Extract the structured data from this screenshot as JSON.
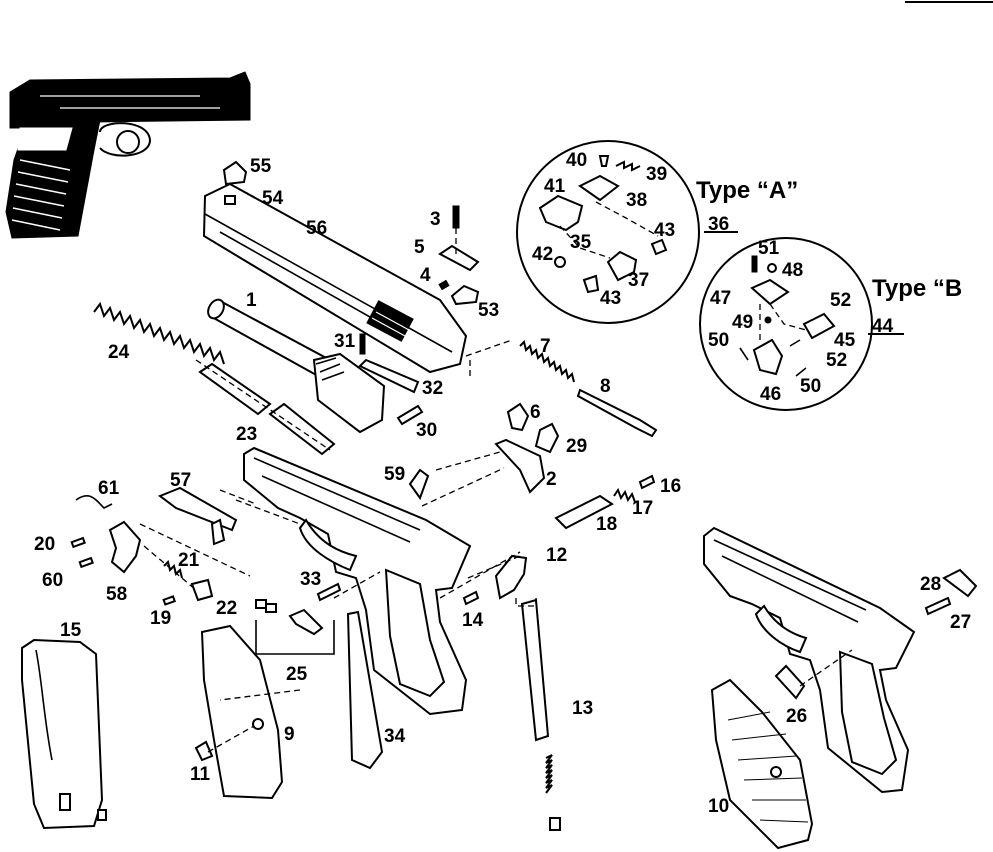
{
  "labels": {
    "p1": "1",
    "p2": "2",
    "p3": "3",
    "p4": "4",
    "p5": "5",
    "p6": "6",
    "p7": "7",
    "p8": "8",
    "p9": "9",
    "p10": "10",
    "p11": "11",
    "p12": "12",
    "p13": "13",
    "p14": "14",
    "p15": "15",
    "p16": "16",
    "p17": "17",
    "p18": "18",
    "p19": "19",
    "p20": "20",
    "p21": "21",
    "p22": "22",
    "p23": "23",
    "p24": "24",
    "p25": "25",
    "p26": "26",
    "p27": "27",
    "p28": "28",
    "p29": "29",
    "p30": "30",
    "p31": "31",
    "p32": "32",
    "p33": "33",
    "p34": "34",
    "p35": "35",
    "p36": "36",
    "p37": "37",
    "p38": "38",
    "p39": "39",
    "p40": "40",
    "p41": "41",
    "p42": "42",
    "p43a": "43",
    "p43b": "43",
    "p44": "44",
    "p45": "45",
    "p46": "46",
    "p47": "47",
    "p48": "48",
    "p49": "49",
    "p50a": "50",
    "p50b": "50",
    "p51": "51",
    "p52a": "52",
    "p52b": "52",
    "p53": "53",
    "p54": "54",
    "p55": "55",
    "p56": "56",
    "p57": "57",
    "p58": "58",
    "p59": "59",
    "p60": "60",
    "p61": "61"
  },
  "callouts": {
    "type_a_label": "Type  “A”",
    "type_b_label": "Type  “B",
    "type_a_group": "36",
    "type_b_group": "44"
  }
}
